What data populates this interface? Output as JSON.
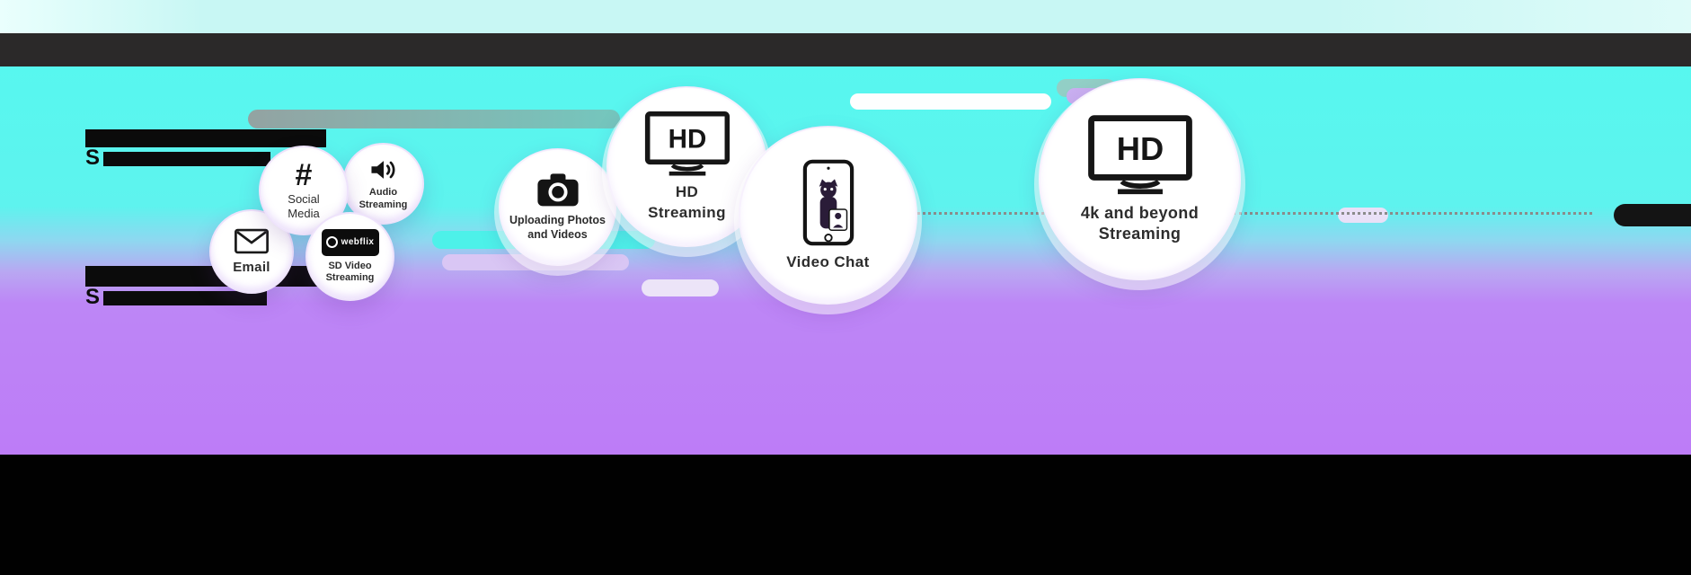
{
  "colors": {
    "top_strip": "#c8f7f4",
    "header_bar": "#2b2929",
    "background_cyan": "#57f7ef",
    "background_purple": "#bd7cf7",
    "footer": "#010101",
    "pill_teal": "#74c7be",
    "pill_cyan": "#4df1e9",
    "pill_lavender": "#d9c6f4",
    "pill_white": "#fdfefe",
    "pill_black": "#141414",
    "redacted_bar": "#0b0b0b",
    "dotted_line": "#8b8b8b"
  },
  "redacted": {
    "top_line_prefix": "S",
    "bottom_line_prefix": "S"
  },
  "icons": {
    "hashtag_glyph": "#",
    "hd_badge_text": "HD",
    "webflix_wordmark": "webflix"
  },
  "bubbles": {
    "email": {
      "label": "Email",
      "icon": "envelope-icon"
    },
    "social_media": {
      "label": "Social Media",
      "icon": "hashtag-icon"
    },
    "audio_streaming": {
      "label": "Audio Streaming",
      "icon": "speaker-icon"
    },
    "sd_video_streaming": {
      "label": "SD Video Streaming",
      "icon": "webflix-badge"
    },
    "uploading": {
      "label": "Uploading Photos and Videos",
      "icon": "camera-icon"
    },
    "hd_streaming": {
      "label": "HD Streaming",
      "icon": "hd-tv-icon"
    },
    "video_chat": {
      "label": "Video Chat",
      "icon": "smartphone-video-call-icon"
    },
    "fourk_streaming": {
      "label": "4k and beyond Streaming",
      "icon": "hd-tv-icon"
    }
  }
}
